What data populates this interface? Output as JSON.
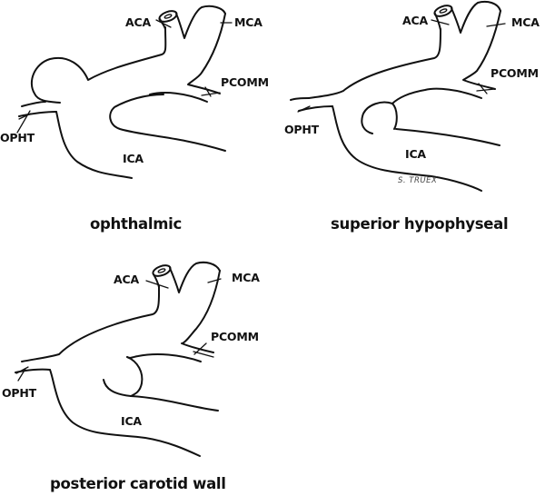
{
  "figure": {
    "panels": [
      {
        "id": "ophthalmic",
        "caption": "ophthalmic",
        "aneurysm_location": "ophthalmic",
        "labels": {
          "aca": "ACA",
          "mca": "MCA",
          "pcomm": "PCOMM",
          "opht": "OPHT",
          "ica": "ICA"
        }
      },
      {
        "id": "superior-hypophyseal",
        "caption": "superior hypophyseal",
        "aneurysm_location": "superior hypophyseal",
        "labels": {
          "aca": "ACA",
          "mca": "MCA",
          "pcomm": "PCOMM",
          "opht": "OPHT",
          "ica": "ICA"
        },
        "signature": "S. TRUEX"
      },
      {
        "id": "posterior-carotid-wall",
        "caption": "posterior carotid wall",
        "aneurysm_location": "posterior carotid wall",
        "labels": {
          "aca": "ACA",
          "mca": "MCA",
          "pcomm": "PCOMM",
          "opht": "OPHT",
          "ica": "ICA"
        }
      }
    ],
    "colors": {
      "line": "#111111",
      "background": "#ffffff",
      "signature": "#444444"
    }
  }
}
